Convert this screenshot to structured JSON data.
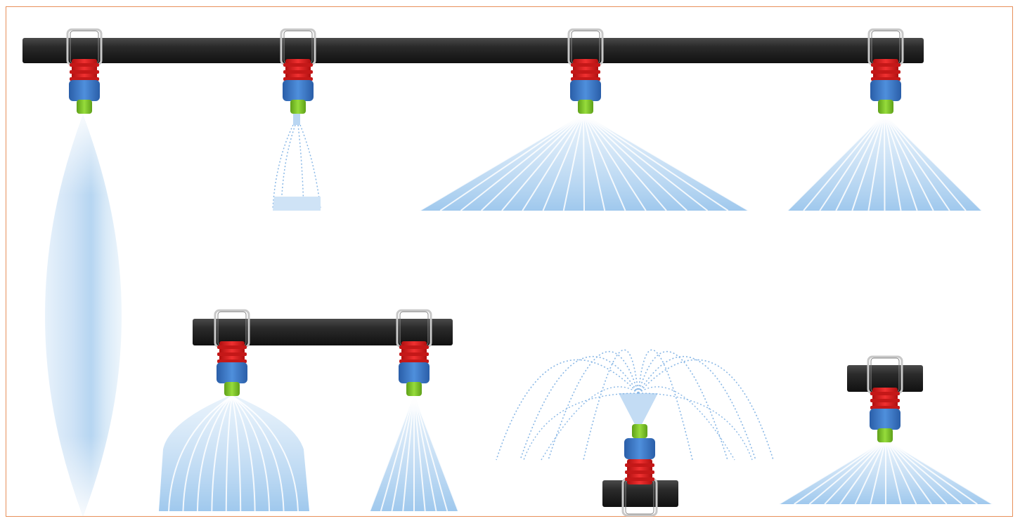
{
  "figure": {
    "kind": "spray nozzle pattern illustration",
    "colors": {
      "frame": "#e8905a",
      "pipe": "#1e1e1e",
      "clamp": "#b8b8b8",
      "nozzle_body": "#e02020",
      "nozzle_cap": "#3a78c8",
      "nozzle_tip": "#7ec828",
      "spray": "#9ec8ee"
    },
    "sprays": [
      {
        "pattern": "solid-stream"
      },
      {
        "pattern": "hollow-cone"
      },
      {
        "pattern": "wide-flat-fan"
      },
      {
        "pattern": "flat-fan"
      },
      {
        "pattern": "full-cone"
      },
      {
        "pattern": "narrow-fan"
      },
      {
        "pattern": "fountain-upward"
      },
      {
        "pattern": "flat-fan"
      }
    ]
  }
}
